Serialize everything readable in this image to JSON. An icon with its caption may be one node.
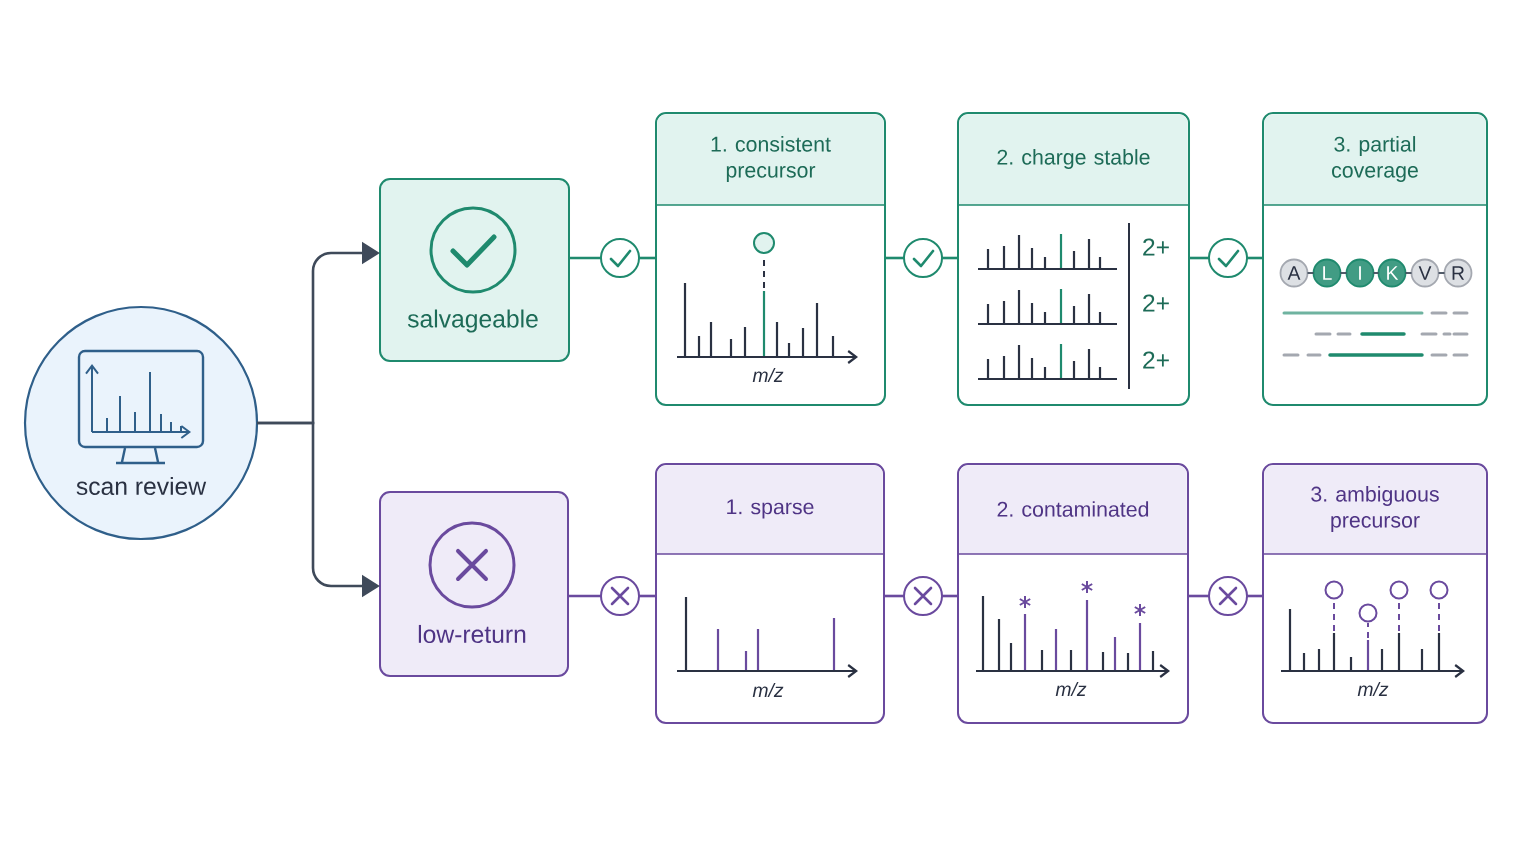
{
  "diagram": {
    "nodes": [
      {
        "text": [
          "scan review"
        ]
      },
      {
        "text": [
          "salvageable"
        ]
      },
      {
        "text": [],
        "shape": "circle"
      },
      {
        "text": [
          "1. consistent precursor",
          "m/z"
        ]
      },
      {
        "text": [],
        "shape": "circle"
      },
      {
        "text": [
          "2. charge stable",
          "2+",
          "2+",
          "2+"
        ]
      },
      {
        "text": [],
        "shape": "circle"
      },
      {
        "text": [
          "3. partial coverage"
        ]
      },
      {
        "text": [
          "A"
        ],
        "in": 7
      },
      {
        "text": [
          "L"
        ],
        "in": 7
      },
      {
        "text": [
          "I"
        ],
        "in": 7
      },
      {
        "text": [
          "K"
        ],
        "in": 7
      },
      {
        "text": [
          "V"
        ],
        "in": 7
      },
      {
        "text": [
          "R"
        ],
        "in": 7
      },
      {
        "text": [
          "low-return"
        ]
      },
      {
        "text": [],
        "shape": "circle"
      },
      {
        "text": [
          "1. sparse",
          "m/z"
        ]
      },
      {
        "text": [],
        "shape": "circle"
      },
      {
        "text": [
          "2. contaminated",
          "m/z"
        ]
      },
      {
        "text": [],
        "shape": "circle"
      },
      {
        "text": [
          "3. ambiguous precursor",
          "m/z"
        ]
      }
    ],
    "edges": [
      {
        "from": 0,
        "to": 1,
        "arrow": "to"
      },
      {
        "from": 0,
        "to": 14,
        "arrow": "to"
      },
      {
        "from": 1,
        "to": 2,
        "arrow": "none",
        "color": "#1f8a6e"
      },
      {
        "from": 2,
        "to": 3,
        "arrow": "none",
        "color": "#1f8a6e"
      },
      {
        "from": 3,
        "to": 4,
        "arrow": "none",
        "color": "#1f8a6e"
      },
      {
        "from": 4,
        "to": 5,
        "arrow": "none",
        "color": "#1f8a6e"
      },
      {
        "from": 5,
        "to": 6,
        "arrow": "none",
        "color": "#1f8a6e"
      },
      {
        "from": 6,
        "to": 7,
        "arrow": "none",
        "color": "#1f8a6e"
      },
      {
        "from": 8,
        "to": 9,
        "arrow": "none"
      },
      {
        "from": 9,
        "to": 10,
        "arrow": "none"
      },
      {
        "from": 10,
        "to": 11,
        "arrow": "none"
      },
      {
        "from": 11,
        "to": 12,
        "arrow": "none"
      },
      {
        "from": 12,
        "to": 13,
        "arrow": "none"
      },
      {
        "from": 14,
        "to": 15,
        "arrow": "none",
        "color": "#6a4a9e"
      },
      {
        "from": 15,
        "to": 16,
        "arrow": "none",
        "color": "#6a4a9e"
      },
      {
        "from": 16,
        "to": 17,
        "arrow": "none",
        "color": "#6a4a9e"
      },
      {
        "from": 17,
        "to": 18,
        "arrow": "none",
        "color": "#6a4a9e"
      },
      {
        "from": 18,
        "to": 19,
        "arrow": "none",
        "color": "#6a4a9e"
      },
      {
        "from": 19,
        "to": 20,
        "arrow": "none",
        "color": "#6a4a9e"
      }
    ]
  }
}
